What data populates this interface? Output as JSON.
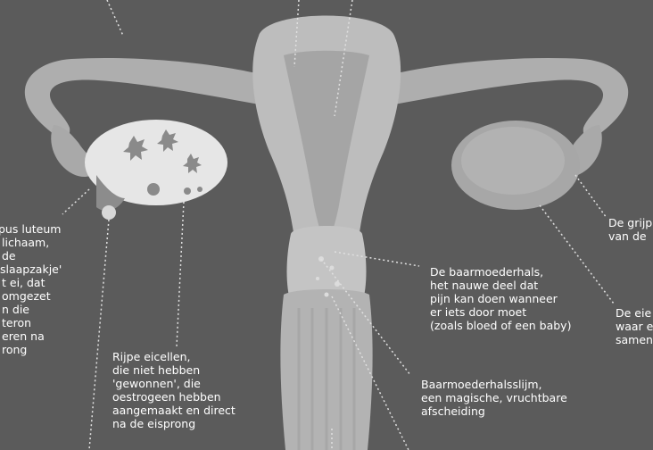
{
  "labels": {
    "corpus_luteum": [
      "pus luteum",
      "lichaam,",
      "de",
      "slaapzakje'",
      "t ei, dat",
      "omgezet",
      "n die",
      "teron",
      "eren na",
      "rong"
    ],
    "ripe_eggs": [
      "Rijpe eicellen,",
      "die niet hebben",
      "'gewonnen', die",
      "oestrogeen hebben",
      "aangemaakt en direct",
      "na de eisprong"
    ],
    "cervix": [
      "De baarmoederhals,",
      "het nauwe deel dat",
      "pijn kan doen wanneer",
      "er iets door moet",
      "(zoals bloed of een baby)"
    ],
    "mucus": [
      "Baarmoederhalsslijm,",
      "een magische, vruchtbare",
      "afscheiding"
    ],
    "fimbriae": [
      "De grijp",
      "van de"
    ],
    "ovary": [
      "De eie",
      "waar e",
      "samen"
    ]
  },
  "colors": {
    "background": "#5b5b5b",
    "organ": "#bdbdbd",
    "organ_dark": "#9a9a9a",
    "ovary_fill": "#e6e6e6",
    "label_text": "#ffffff",
    "leader_line": "#e0e0e0"
  }
}
